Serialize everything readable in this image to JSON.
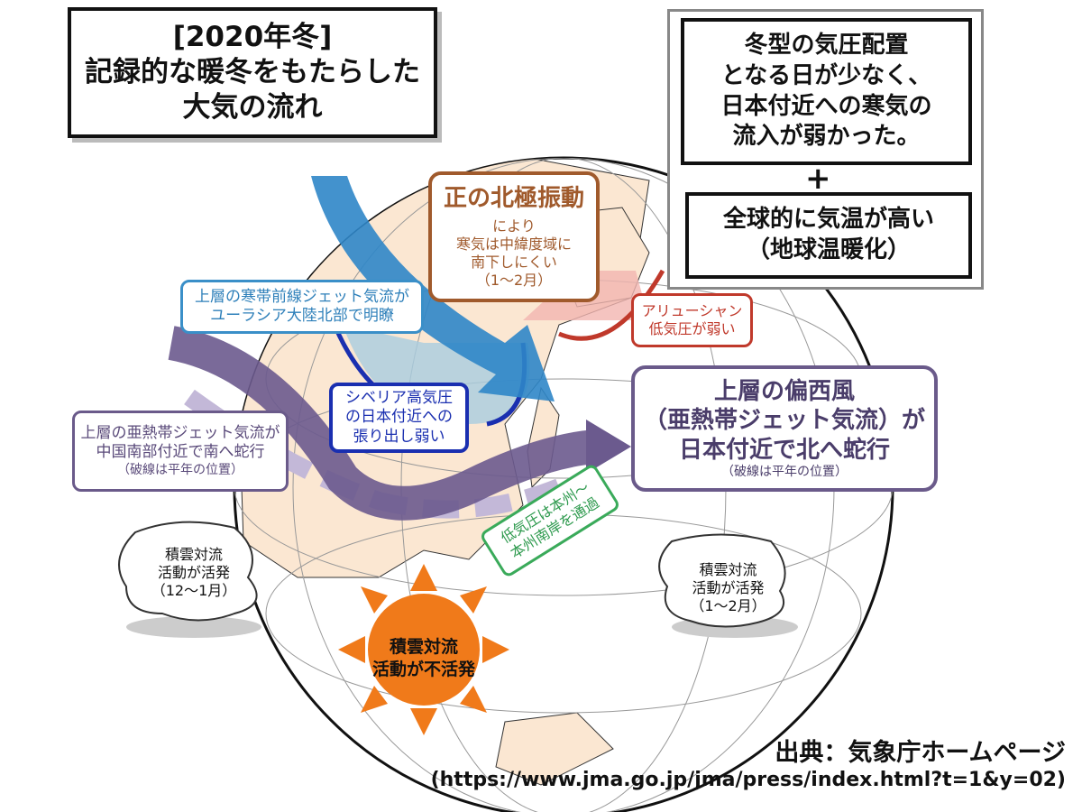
{
  "title": {
    "line1": "[2020年冬]",
    "line2": "記録的な暖冬をもたらした",
    "line3": "大気の流れ"
  },
  "summary": {
    "note1": [
      "冬型の気圧配置",
      "となる日が少なく、",
      "日本付近への寒気の",
      "流入が弱かった。"
    ],
    "plus": "+",
    "note2": [
      "全球的に気温が高い",
      "（地球温暖化）"
    ]
  },
  "labels": {
    "arctic": {
      "title": "正の北極振動",
      "lines": [
        "により",
        "寒気は中緯度域に",
        "南下しにくい",
        "（1～2月）"
      ]
    },
    "polar_jet": [
      "上層の寒帯前線ジェット気流が",
      "ユーラシア大陸北部で明瞭"
    ],
    "siberian": [
      "シベリア高気圧",
      "の日本付近への",
      "張り出し弱い"
    ],
    "subtropical_left": [
      "上層の亜熱帯ジェット気流が",
      "中国南部付近で南へ蛇行",
      "（破線は平年の位置）"
    ],
    "aleutian": [
      "アリューシャン",
      "低気圧が弱い"
    ],
    "westerly": [
      "上層の偏西風",
      "（亜熱帯ジェット気流）が",
      "日本付近で北へ蛇行",
      "（破線は平年の位置）"
    ],
    "lowpressure": [
      "低気圧は本州～",
      "本州南岸を通過"
    ],
    "cloud_left": [
      "積雲対流",
      "活動が活発",
      "（12～1月）"
    ],
    "cloud_right": [
      "積雲対流",
      "活動が活発",
      "（1～2月）"
    ],
    "sun": [
      "積雲対流",
      "活動が不活発"
    ]
  },
  "source": {
    "line1": "出典：気象庁ホームページ",
    "line2": "(https://www.jma.go.jp/jma/press/index.html?t=1&y=02)"
  },
  "colors": {
    "land": "#fbe7d2",
    "polar_jet": "#2f86c8",
    "subtropical_jet": "#6b5a8e",
    "siberian_high": "#1a2fb0",
    "aleutian": "#c0392b",
    "sun": "#f07a1a"
  }
}
